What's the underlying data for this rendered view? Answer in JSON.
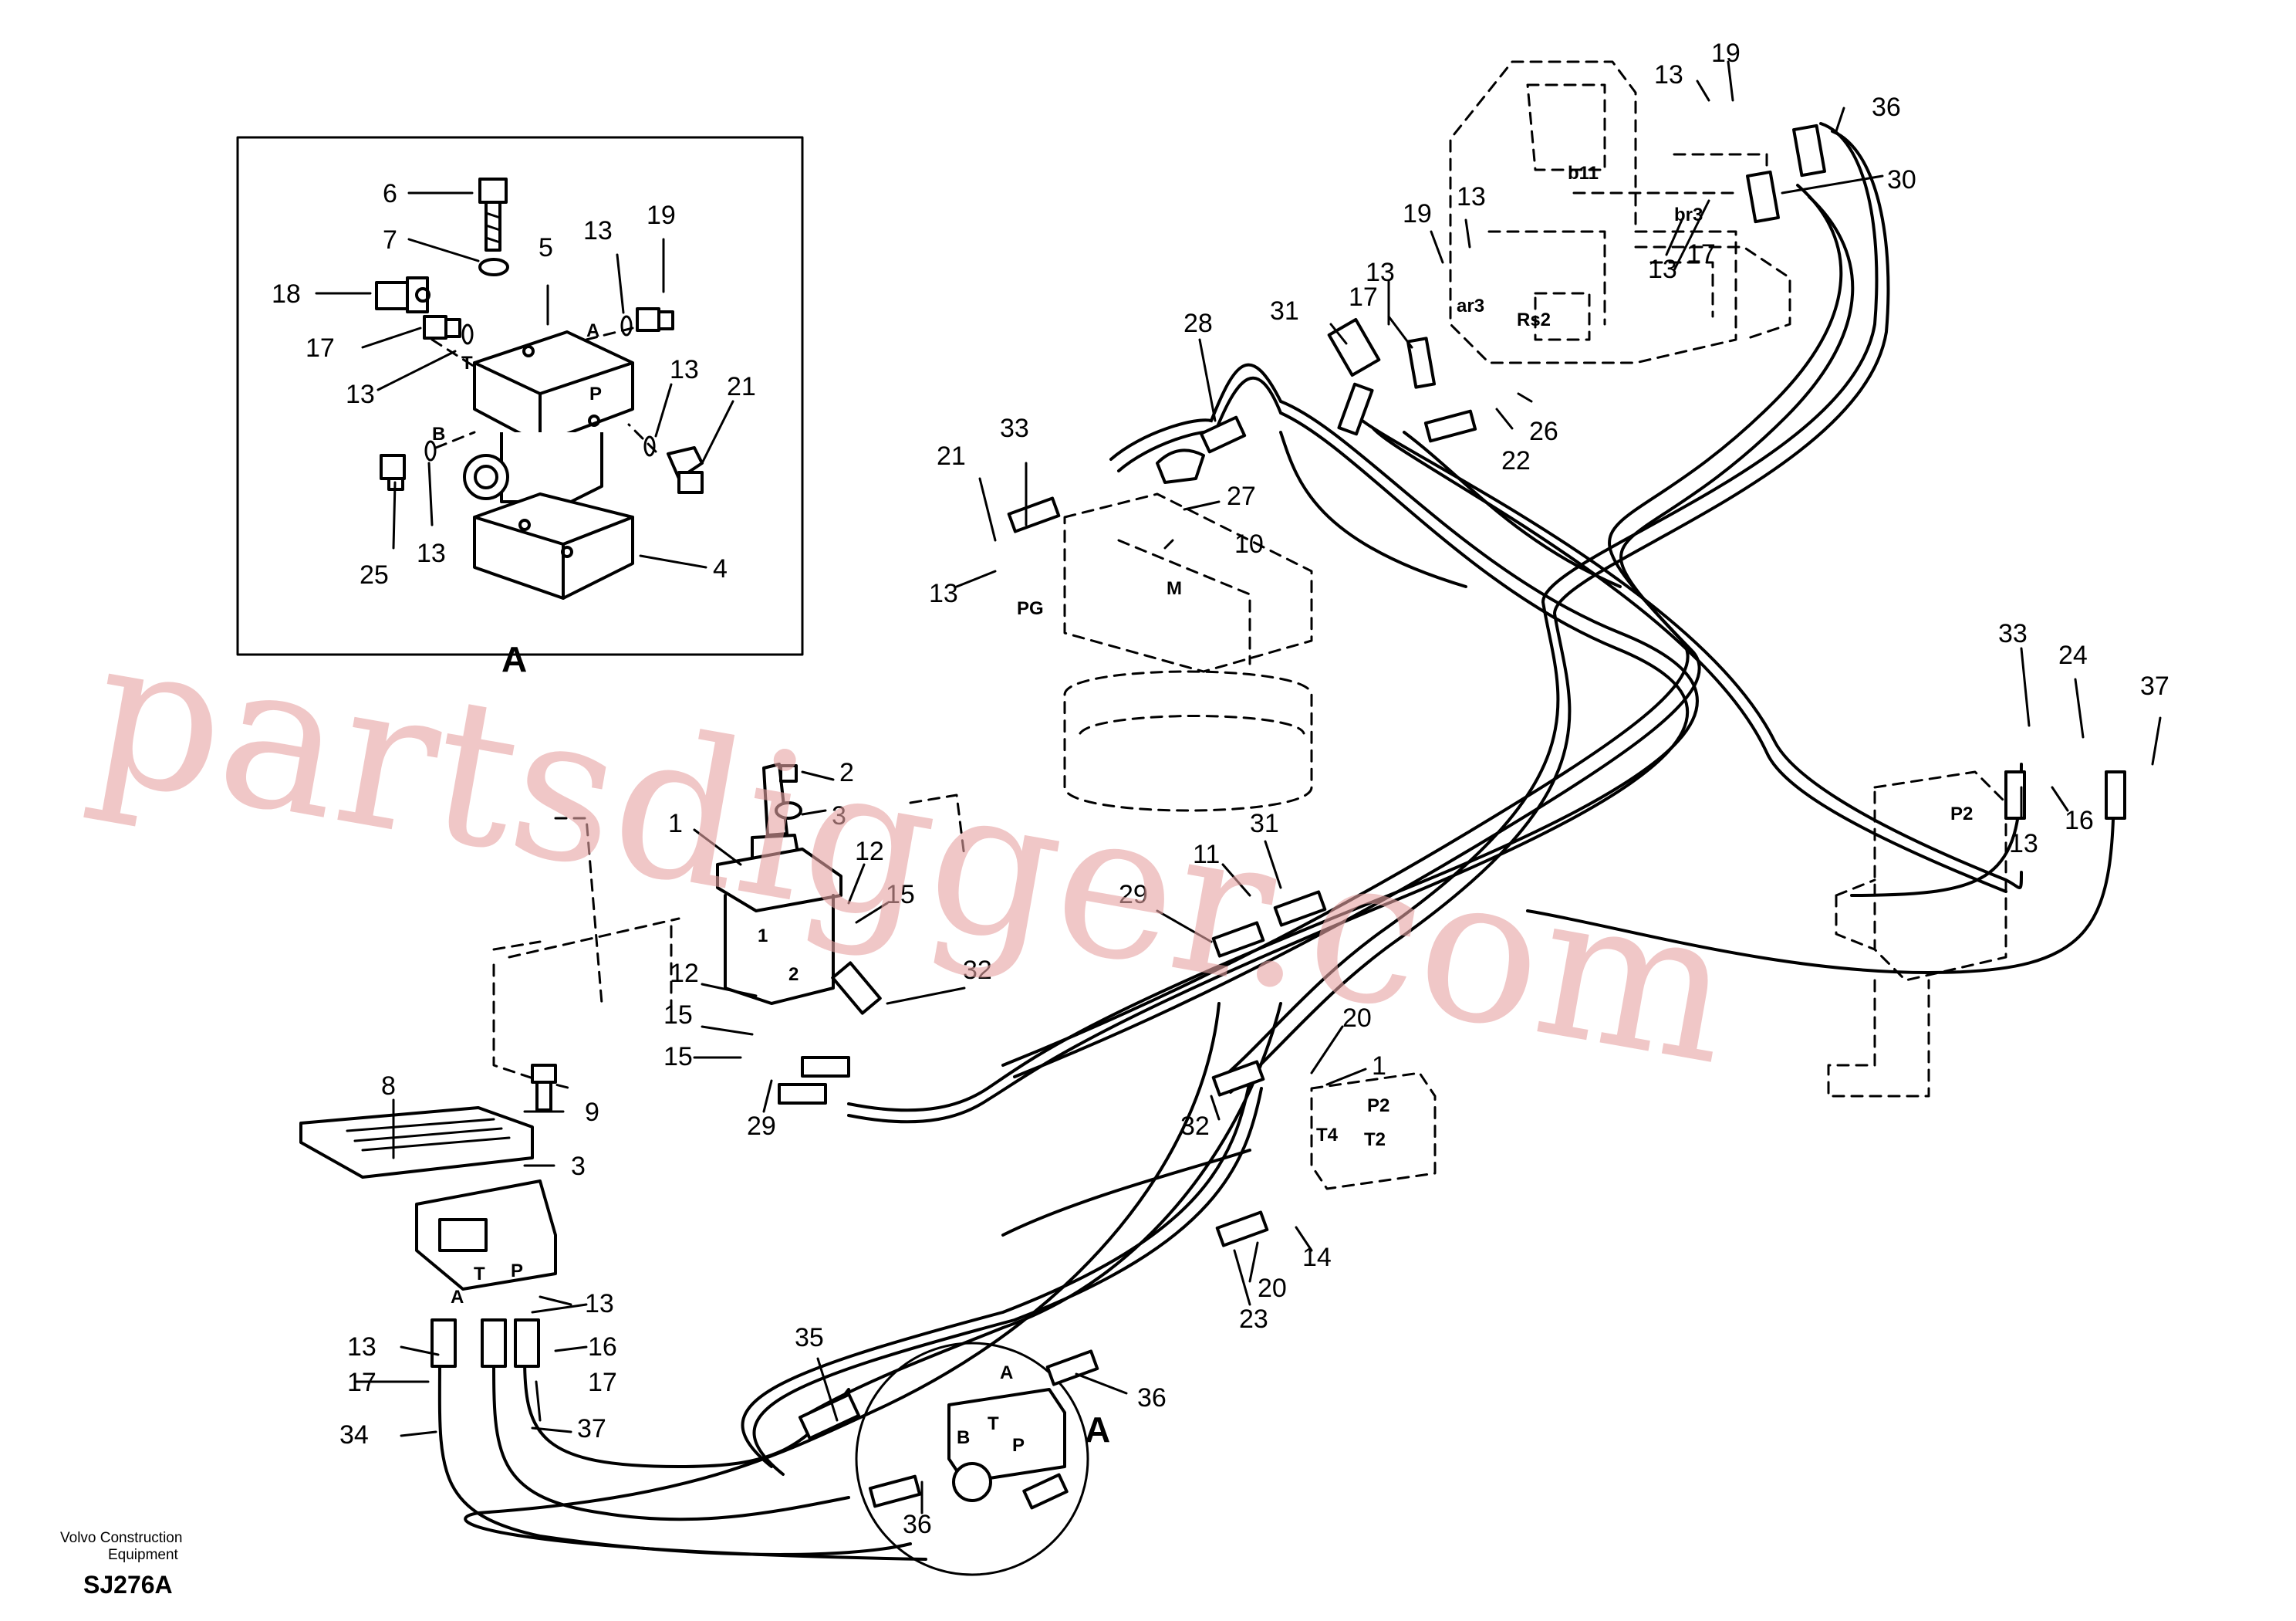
{
  "watermark": "partsdigger.com",
  "footer": {
    "maker_line1": "Volvo Construction",
    "maker_line2": "Equipment",
    "figure_code": "SJ276A"
  },
  "detail_view": {
    "label": "A"
  },
  "ports": {
    "A": "A",
    "B": "B",
    "P": "P",
    "T": "T",
    "PG": "PG",
    "M": "M",
    "P2": "P2",
    "T2": "T2",
    "T4": "T4",
    "b11": "b11",
    "br3": "br3",
    "ar3": "ar3",
    "Rs2": "Rs2",
    "one": "1",
    "two": "2"
  },
  "callouts": [
    {
      "id": "c-6",
      "text": "6"
    },
    {
      "id": "c-7",
      "text": "7"
    },
    {
      "id": "c-5",
      "text": "5"
    },
    {
      "id": "c-13a",
      "text": "13"
    },
    {
      "id": "c-19a",
      "text": "19"
    },
    {
      "id": "c-18",
      "text": "18"
    },
    {
      "id": "c-17a",
      "text": "17"
    },
    {
      "id": "c-13b",
      "text": "13"
    },
    {
      "id": "c-13c",
      "text": "13"
    },
    {
      "id": "c-21a",
      "text": "21"
    },
    {
      "id": "c-25",
      "text": "25"
    },
    {
      "id": "c-13d",
      "text": "13"
    },
    {
      "id": "c-4",
      "text": "4"
    },
    {
      "id": "c-19b",
      "text": "19"
    },
    {
      "id": "c-13e",
      "text": "13"
    },
    {
      "id": "c-36a",
      "text": "36"
    },
    {
      "id": "c-30",
      "text": "30"
    },
    {
      "id": "c-19c",
      "text": "19"
    },
    {
      "id": "c-13f",
      "text": "13"
    },
    {
      "id": "c-13g",
      "text": "13"
    },
    {
      "id": "c-17b",
      "text": "17"
    },
    {
      "id": "c-31a",
      "text": "31"
    },
    {
      "id": "c-17c",
      "text": "17"
    },
    {
      "id": "c-13h",
      "text": "13"
    },
    {
      "id": "c-28",
      "text": "28"
    },
    {
      "id": "c-22",
      "text": "22"
    },
    {
      "id": "c-26",
      "text": "26"
    },
    {
      "id": "c-21b",
      "text": "21"
    },
    {
      "id": "c-33a",
      "text": "33"
    },
    {
      "id": "c-27",
      "text": "27"
    },
    {
      "id": "c-10",
      "text": "10"
    },
    {
      "id": "c-13i",
      "text": "13"
    },
    {
      "id": "c-33b",
      "text": "33"
    },
    {
      "id": "c-24",
      "text": "24"
    },
    {
      "id": "c-37a",
      "text": "37"
    },
    {
      "id": "c-16a",
      "text": "16"
    },
    {
      "id": "c-13j",
      "text": "13"
    },
    {
      "id": "c-2a",
      "text": "2"
    },
    {
      "id": "c-3a",
      "text": "3"
    },
    {
      "id": "c-1a",
      "text": "1"
    },
    {
      "id": "c-12a",
      "text": "12"
    },
    {
      "id": "c-15a",
      "text": "15"
    },
    {
      "id": "c-12b",
      "text": "12"
    },
    {
      "id": "c-15b",
      "text": "15"
    },
    {
      "id": "c-15c",
      "text": "15"
    },
    {
      "id": "c-29a",
      "text": "29"
    },
    {
      "id": "c-32a",
      "text": "32"
    },
    {
      "id": "c-31b",
      "text": "31"
    },
    {
      "id": "c-11",
      "text": "11"
    },
    {
      "id": "c-29b",
      "text": "29"
    },
    {
      "id": "c-20a",
      "text": "20"
    },
    {
      "id": "c-1b",
      "text": "1"
    },
    {
      "id": "c-32b",
      "text": "32"
    },
    {
      "id": "c-14",
      "text": "14"
    },
    {
      "id": "c-20b",
      "text": "20"
    },
    {
      "id": "c-23",
      "text": "23"
    },
    {
      "id": "c-8",
      "text": "8"
    },
    {
      "id": "c-9",
      "text": "9"
    },
    {
      "id": "c-3b",
      "text": "3"
    },
    {
      "id": "c-13k",
      "text": "13"
    },
    {
      "id": "c-13l",
      "text": "13"
    },
    {
      "id": "c-16b",
      "text": "16"
    },
    {
      "id": "c-17d",
      "text": "17"
    },
    {
      "id": "c-17e",
      "text": "17"
    },
    {
      "id": "c-34",
      "text": "34"
    },
    {
      "id": "c-37b",
      "text": "37"
    },
    {
      "id": "c-35",
      "text": "35"
    },
    {
      "id": "c-36b",
      "text": "36"
    },
    {
      "id": "c-36c",
      "text": "36"
    },
    {
      "id": "c-A2",
      "text": "A"
    }
  ]
}
